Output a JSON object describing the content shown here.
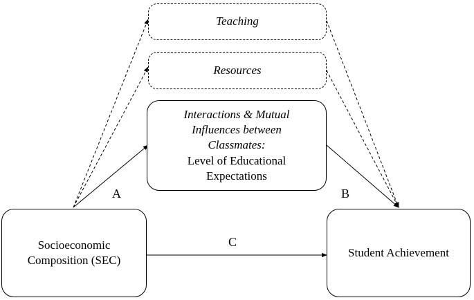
{
  "boxes": {
    "teaching": "Teaching",
    "resources": "Resources",
    "interactions_italic": "Interactions & Mutual Influences between Classmates:",
    "interactions_plain": "Level of Educational Expectations",
    "sec": "Socioeconomic Composition (SEC)",
    "achievement": "Student Achievement"
  },
  "path_labels": {
    "a": "A",
    "b": "B",
    "c": "C"
  }
}
